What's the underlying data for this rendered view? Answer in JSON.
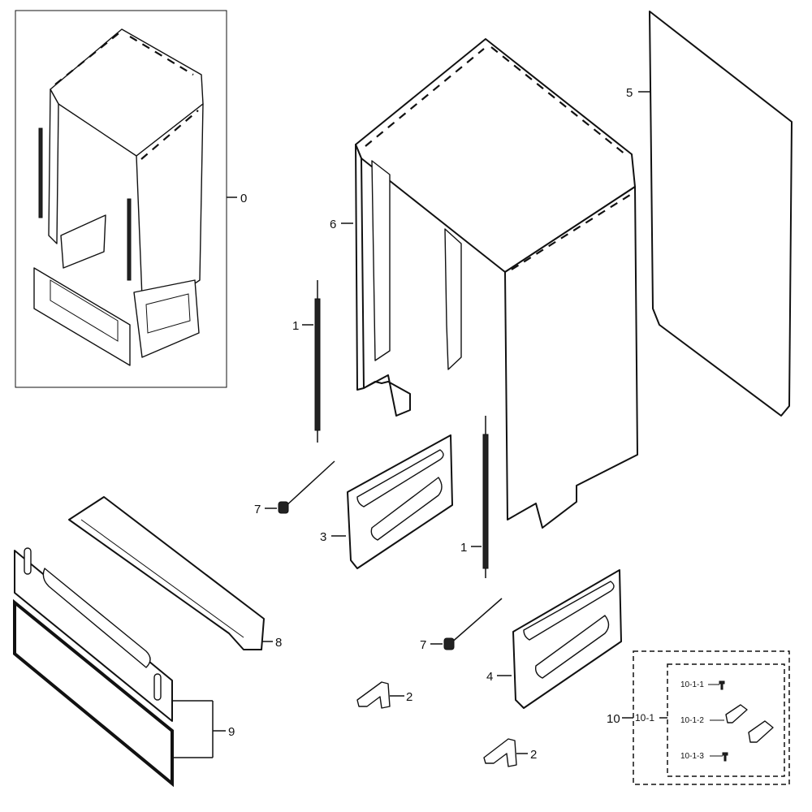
{
  "callouts": {
    "assembly": "0",
    "cover": "6",
    "panel": "5",
    "spring_left": "1",
    "spring_right": "1",
    "cable_left": "7",
    "cable_right": "7",
    "bracket_left": "3",
    "bracket_right": "4",
    "rail": "8",
    "front_panel": "9",
    "clip_upper": "2",
    "clip_lower": "2",
    "kit": "10",
    "kit_sub": "10-1",
    "kit_item_1": "10-1-1",
    "kit_item_2": "10-1-2",
    "kit_item_3": "10-1-3"
  }
}
